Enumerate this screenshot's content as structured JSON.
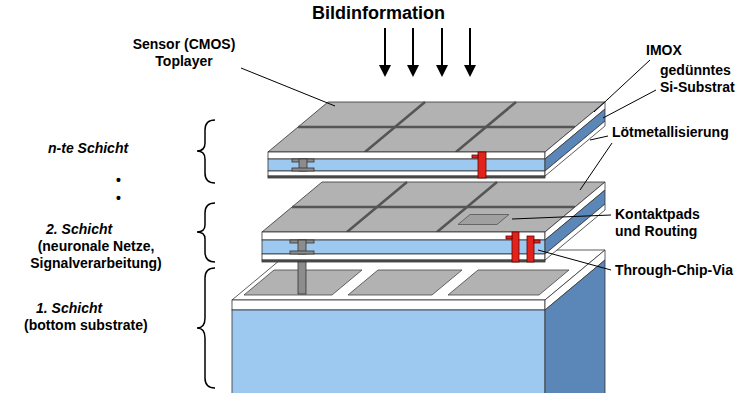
{
  "diagram": {
    "title": "Bildinformation",
    "labels": [
      "Sensor (CMOS) Toplayer",
      "IMOX",
      "gedünntes Si-Substrat",
      "n-te Schicht",
      "•",
      "•",
      "Lötmetallisierung",
      "2. Schicht",
      "(neuronale Netze, Signalverarbeitung)",
      "Kontaktpads und Routing",
      "Through-Chip-Via",
      "1. Schicht",
      "(bottom substrate)"
    ]
  }
}
